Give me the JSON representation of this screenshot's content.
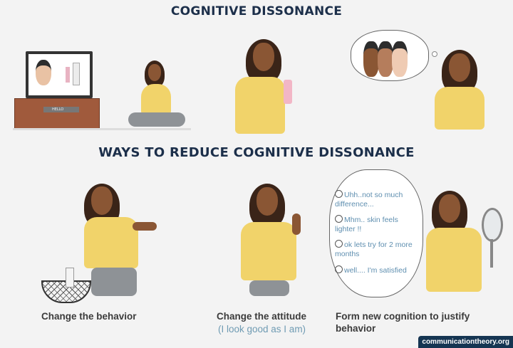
{
  "titles": {
    "main": "COGNITIVE DISSONANCE",
    "section": "WAYS TO REDUCE COGNITIVE DISSONANCE"
  },
  "top_scenes": [
    {
      "name": "watching-tv-ad",
      "description": "Woman sitting cross-legged watching TV ad for skin lightening cream"
    },
    {
      "name": "holding-cream",
      "description": "Woman holding pink cream tube"
    },
    {
      "name": "doubting",
      "description": "Woman thinking of three faces with progressively lighter skin"
    }
  ],
  "tv_device_label": "HELLO",
  "strategies": [
    {
      "caption": "Change the behavior",
      "subcaption": ""
    },
    {
      "caption": "Change the attitude",
      "subcaption": "(I look good as I am)"
    },
    {
      "caption": "Form new cognition to justify behavior",
      "subcaption": ""
    }
  ],
  "thought_bubble": {
    "lines": [
      "Uhh..not so much difference...",
      "Mhm.. skin feels lighter !!",
      "ok lets try for 2 more months",
      "well.... I'm satisfied"
    ]
  },
  "credit": "communicationtheory.org",
  "colors": {
    "title": "#1c2f4a",
    "subcaption": "#6f9bb3",
    "shirt": "#f1d36a",
    "badge": "#153552"
  }
}
